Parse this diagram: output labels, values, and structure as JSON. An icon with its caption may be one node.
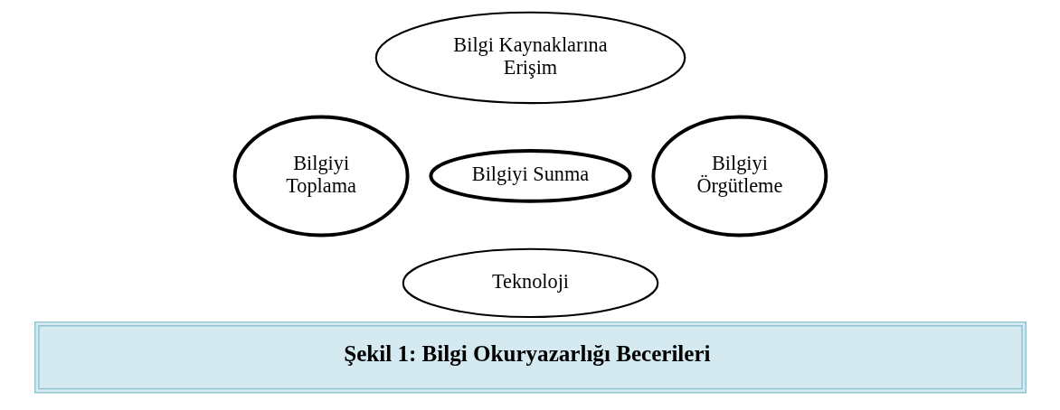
{
  "diagram": {
    "caption": "Şekil 1: Bilgi Okuryazarlığı Becerileri",
    "nodes": [
      {
        "text": [
          "Bilgi Kaynaklarına Erişim"
        ]
      },
      {
        "text": [
          "Bilgiyi Toplama"
        ]
      },
      {
        "text": [
          "Bilgiyi Sunma"
        ]
      },
      {
        "text": [
          "Bilgiyi Örgütleme"
        ]
      },
      {
        "text": [
          "Teknoloji"
        ]
      }
    ]
  }
}
